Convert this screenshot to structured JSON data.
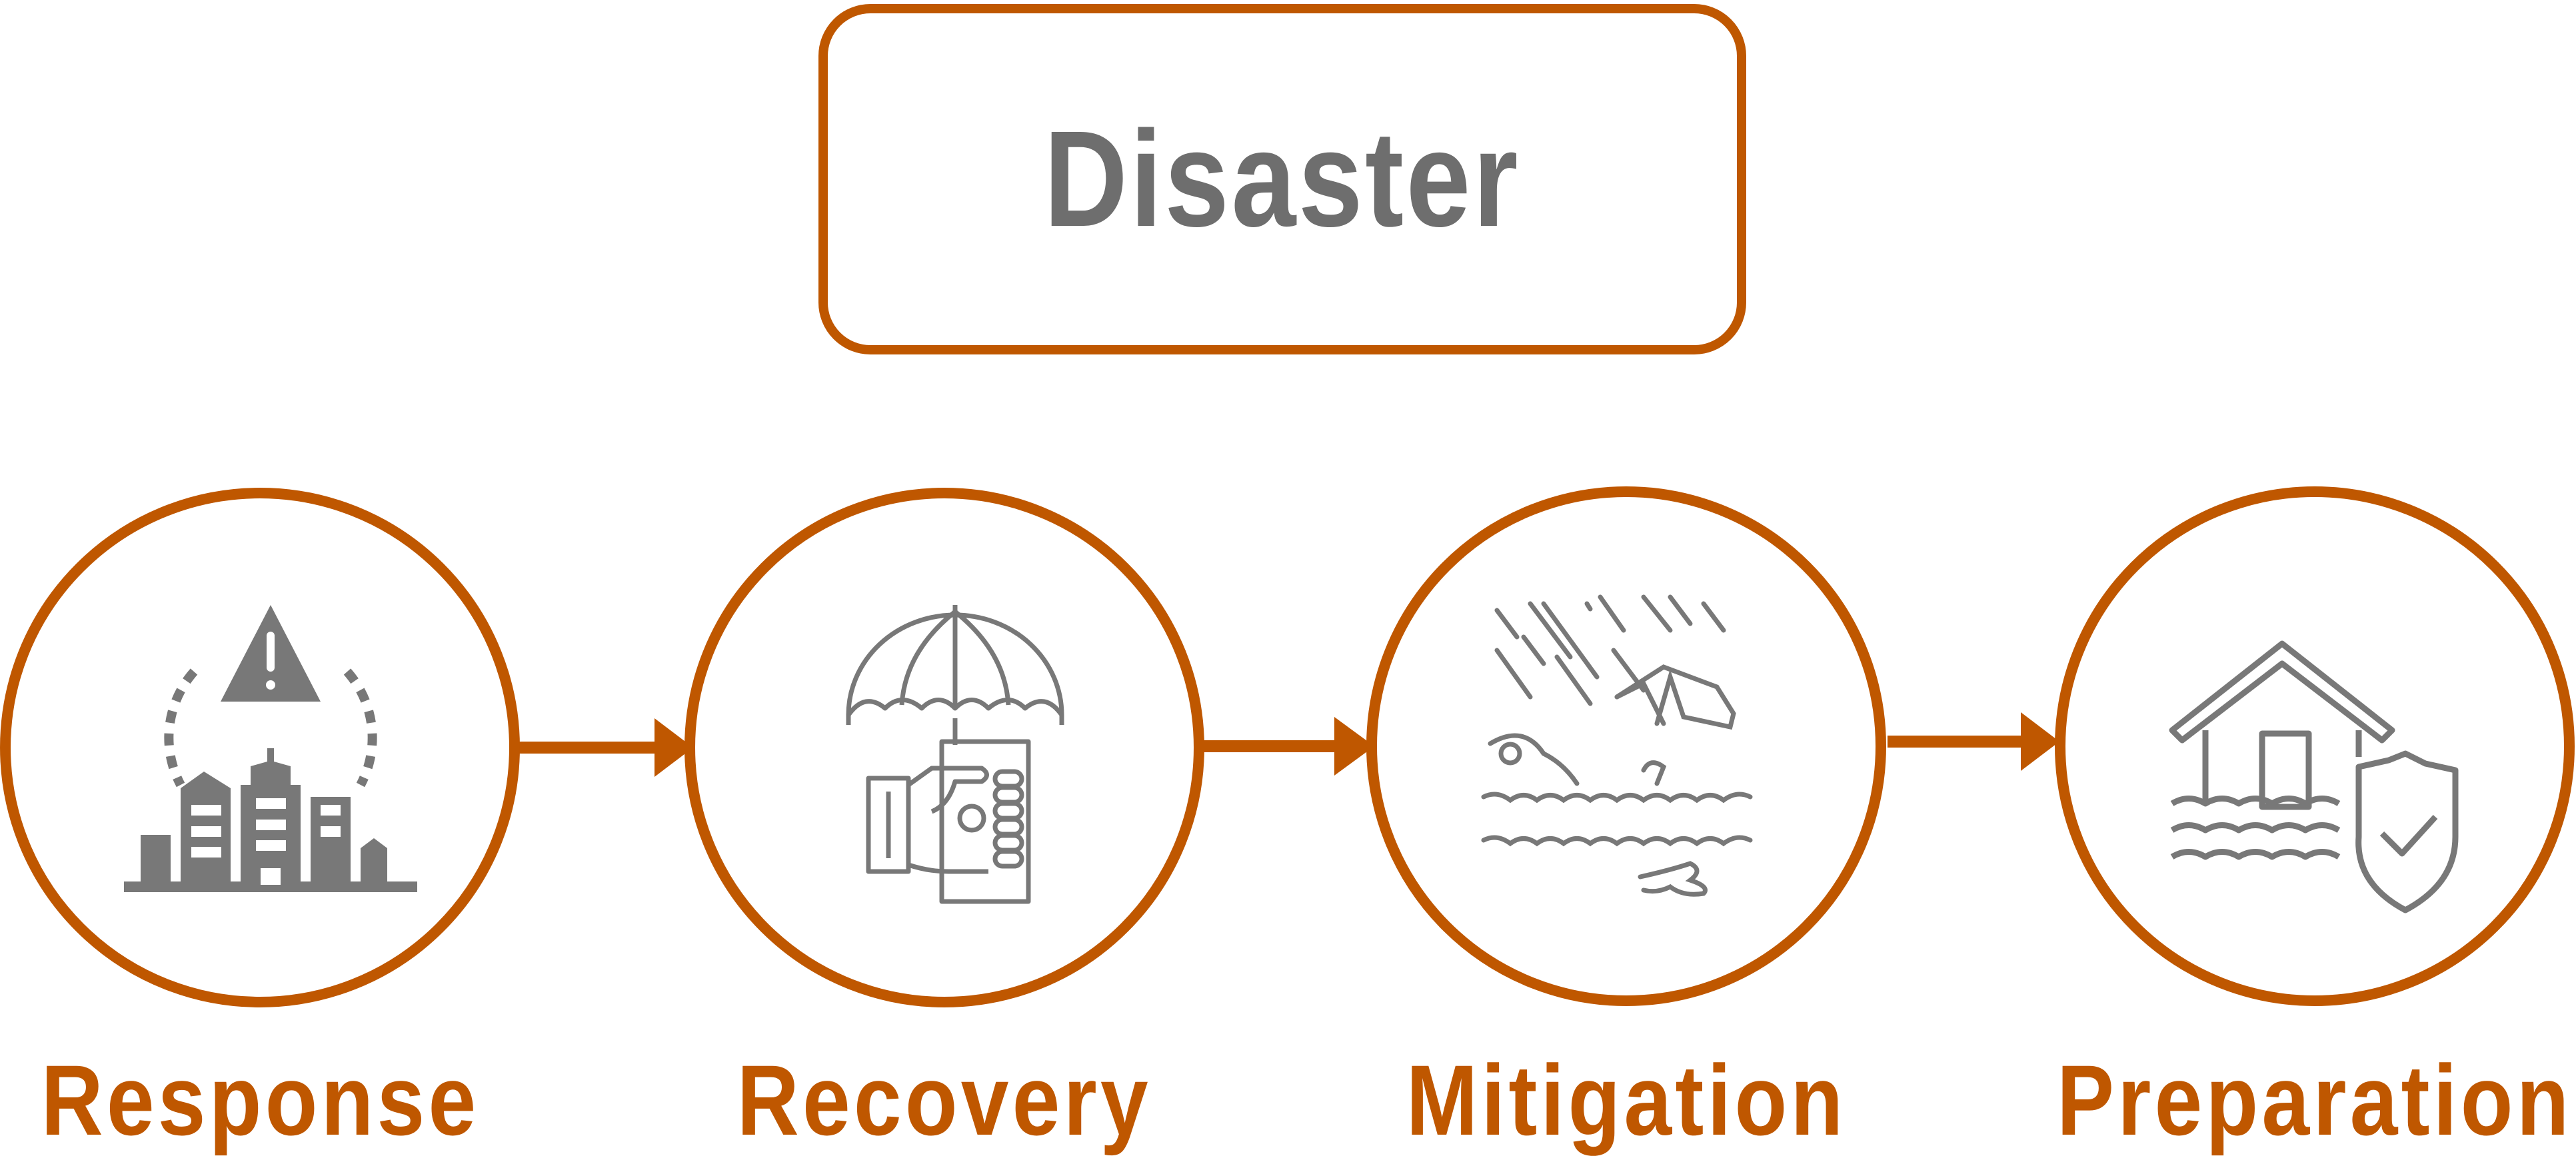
{
  "title": "Disaster",
  "stages": [
    {
      "label": "Response",
      "icon": "city-alert-icon"
    },
    {
      "label": "Recovery",
      "icon": "insurance-money-icon"
    },
    {
      "label": "Mitigation",
      "icon": "flood-rain-icon"
    },
    {
      "label": "Preparation",
      "icon": "house-shield-icon"
    }
  ],
  "colors": {
    "accent": "#BF5700",
    "icon": "#787878",
    "title": "#6e6e6e"
  }
}
